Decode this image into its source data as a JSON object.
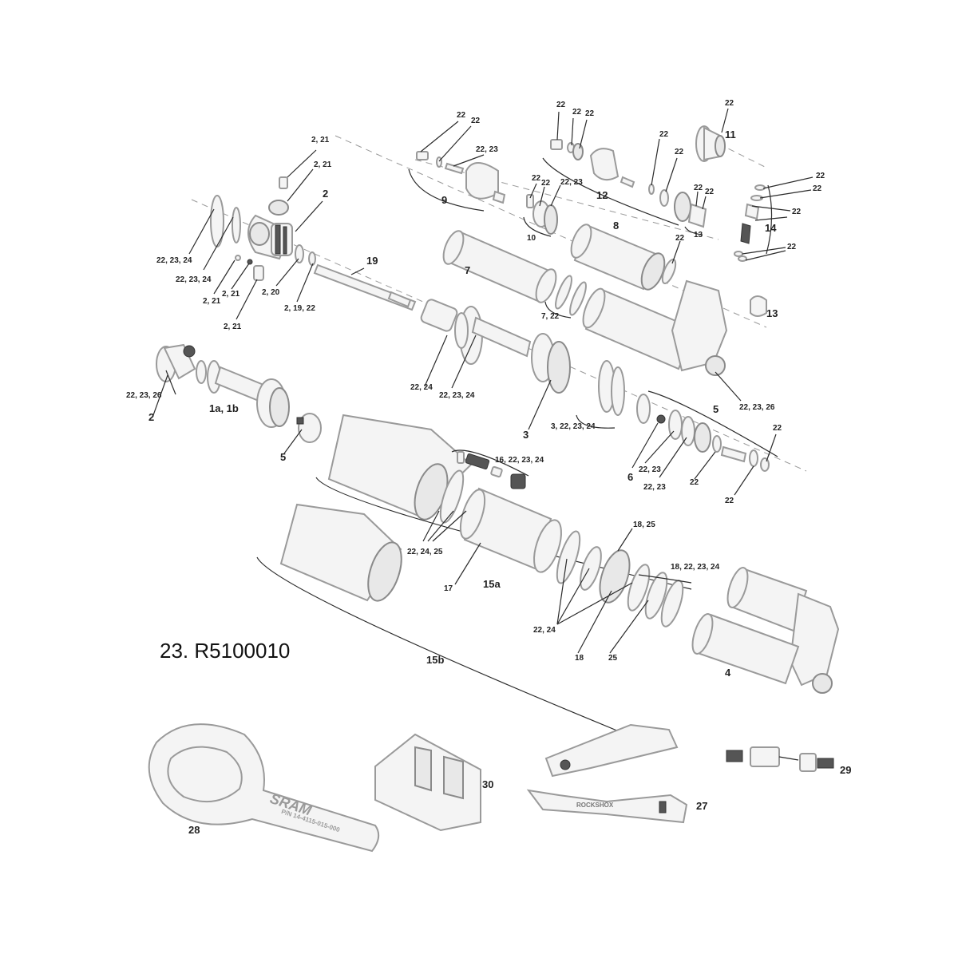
{
  "caption": "23. R5100010",
  "colors": {
    "line": "#2b2b2b",
    "part_stroke": "#9a9a9a",
    "part_fill": "#f4f4f4",
    "label": "#222222"
  },
  "tool_text": {
    "wrench_brand": "SRAM",
    "wrench_pn": "P/N 14-4115-015-000",
    "shock_pump_brand": "ROCKSHOX"
  },
  "labels": {
    "l_2_21_a": "2, 21",
    "l_2_21_b": "2, 21",
    "l_2_top": "2",
    "l_22_23_24_a": "22, 23, 24",
    "l_22_23_24_b": "22, 23, 24",
    "l_2_21_c": "2, 21",
    "l_2_21_d": "2, 21",
    "l_2_20": "2, 20",
    "l_2_19_22": "2, 19, 22",
    "l_2_21_e": "2, 21",
    "l_19": "19",
    "l_22_a": "22",
    "l_22_b": "22",
    "l_22_23_a": "22, 23",
    "l_9": "9",
    "l_22_c": "22",
    "l_22_d": "22",
    "l_22_23_b": "22, 23",
    "l_10": "10",
    "l_22_e": "22",
    "l_22_f": "22",
    "l_22_g": "22",
    "l_12": "12",
    "l_22_h": "22",
    "l_22_i": "22",
    "l_22_j": "22",
    "l_22_k": "22",
    "l_13_a": "13",
    "l_22_l": "22",
    "l_11": "11",
    "l_22_m": "22",
    "l_22_n": "22",
    "l_22_o": "22",
    "l_14": "14",
    "l_22_p": "22",
    "l_8": "8",
    "l_22_q": "22",
    "l_7": "7",
    "l_7_22": "7, 22",
    "l_13_b": "13",
    "l_22_23_26_a": "22, 23, 26",
    "l_2_bot": "2",
    "l_1a_1b": "1a, 1b",
    "l_5_a": "5",
    "l_22_24_a": "22, 24",
    "l_22_23_24_c": "22, 23, 24",
    "l_3": "3",
    "l_3_22_23_24": "3, 22, 23, 24",
    "l_22_23_26_b": "22, 23, 26",
    "l_5_b": "5",
    "l_6": "6",
    "l_22_23_c": "22, 23",
    "l_22_23_d": "22, 23",
    "l_22_r": "22",
    "l_22_s": "22",
    "l_22_t": "22",
    "l_16_22_23_24": "16, 22, 23, 24",
    "l_22_24_25": "22, 24, 25",
    "l_17": "17",
    "l_15a": "15a",
    "l_18_25": "18, 25",
    "l_18_22_23_24": "18, 22, 23, 24",
    "l_22_24_b": "22, 24",
    "l_18": "18",
    "l_25": "25",
    "l_15b": "15b",
    "l_4": "4",
    "l_28": "28",
    "l_30": "30",
    "l_27": "27",
    "l_29": "29"
  }
}
